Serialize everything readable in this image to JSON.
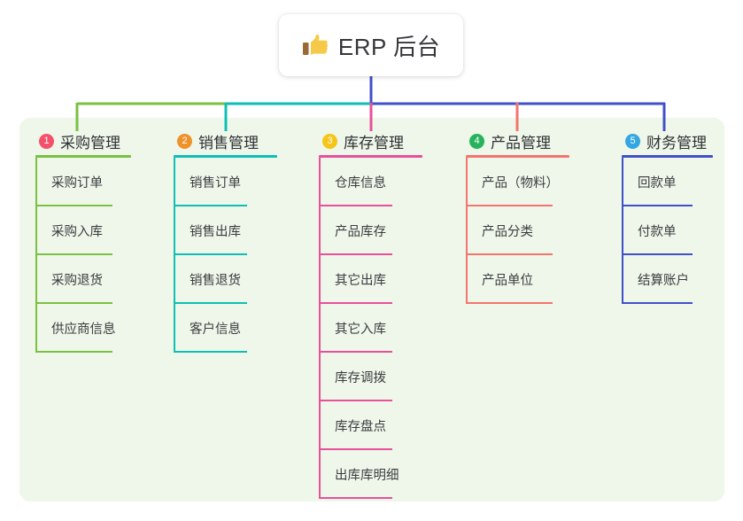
{
  "root": {
    "icon": "thumbs-up-icon",
    "title": "ERP 后台"
  },
  "palette": {
    "panel_bg": "#eef7e9",
    "page_bg": "#ffffff",
    "text": "#303036",
    "root_stem": "#4150c8",
    "green": "#7ac143",
    "teal": "#0ebfb5",
    "pink": "#e8509b",
    "salmon": "#f4756f",
    "blue": "#4150c8",
    "badge1": "#f4506c",
    "badge2": "#f0922b",
    "badge3": "#f5c518",
    "badge4": "#27b35c",
    "badge5": "#32a7e2"
  },
  "columns": [
    {
      "index": "1",
      "badge_color": "#f4506c",
      "line_color": "#7ac143",
      "title": "采购管理",
      "items": [
        {
          "label": "采购订单"
        },
        {
          "label": "采购入库"
        },
        {
          "label": "采购退货"
        },
        {
          "label": "供应商信息"
        }
      ]
    },
    {
      "index": "2",
      "badge_color": "#f0922b",
      "line_color": "#0ebfb5",
      "title": "销售管理",
      "items": [
        {
          "label": "销售订单"
        },
        {
          "label": "销售出库"
        },
        {
          "label": "销售退货"
        },
        {
          "label": "客户信息"
        }
      ]
    },
    {
      "index": "3",
      "badge_color": "#f5c518",
      "line_color": "#e8509b",
      "title": "库存管理",
      "items": [
        {
          "label": "仓库信息"
        },
        {
          "label": "产品库存"
        },
        {
          "label": "其它出库"
        },
        {
          "label": "其它入库"
        },
        {
          "label": "库存调拨"
        },
        {
          "label": "库存盘点"
        },
        {
          "label": "出库库明细"
        }
      ]
    },
    {
      "index": "4",
      "badge_color": "#27b35c",
      "line_color": "#f4756f",
      "title": "产品管理",
      "items": [
        {
          "label": "产品（物料）"
        },
        {
          "label": "产品分类"
        },
        {
          "label": "产品单位"
        }
      ]
    },
    {
      "index": "5",
      "badge_color": "#32a7e2",
      "line_color": "#4150c8",
      "title": "财务管理",
      "items": [
        {
          "label": "回款单"
        },
        {
          "label": "付款单"
        },
        {
          "label": "结算账户"
        }
      ]
    }
  ]
}
